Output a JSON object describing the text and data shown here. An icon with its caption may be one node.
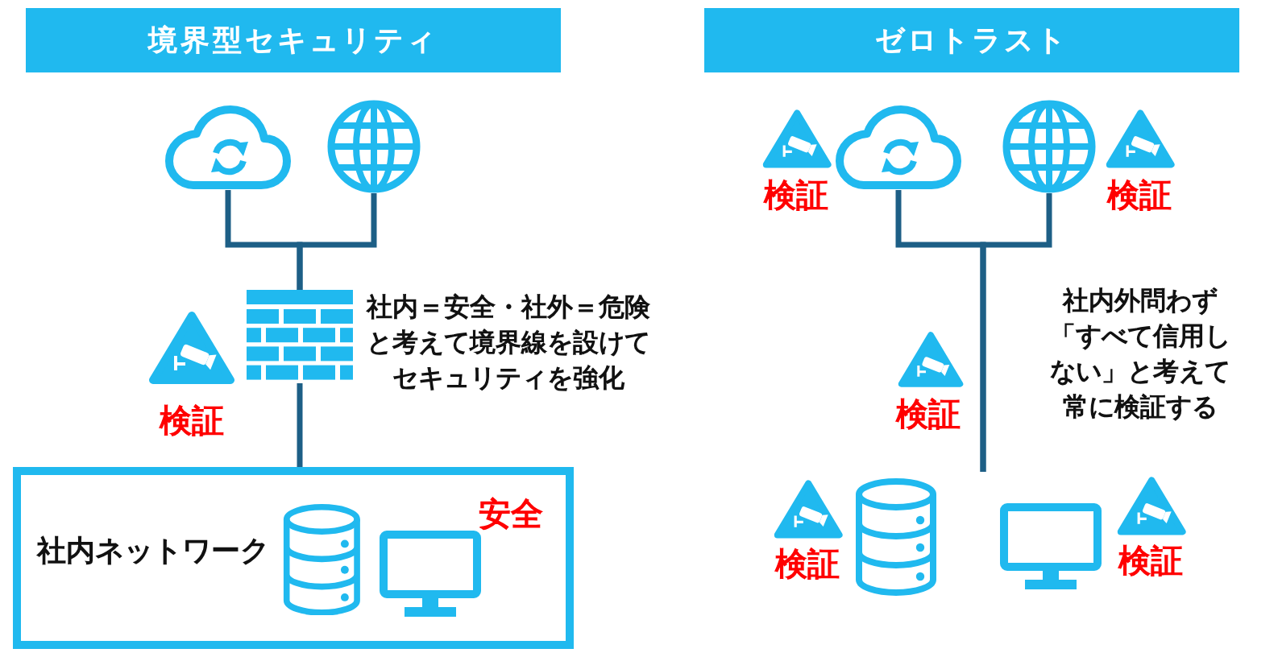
{
  "diagram": {
    "nodes": [
      {
        "text": [
          "境界型セキュリティ"
        ]
      },
      {
        "text": [],
        "shape": "cloud"
      },
      {
        "text": [],
        "shape": "globe"
      },
      {
        "text": [],
        "shape": "wall"
      },
      {
        "text": [
          "社内ネットワーク",
          "安全"
        ]
      },
      {
        "text": [],
        "shape": "cylinder",
        "in": 4
      },
      {
        "text": [],
        "shape": "monitor",
        "in": 4
      },
      {
        "text": [
          "ゼロトラスト"
        ]
      },
      {
        "text": [],
        "shape": "cloud"
      },
      {
        "text": [],
        "shape": "globe"
      },
      {
        "text": [],
        "shape": "cylinder"
      },
      {
        "text": [],
        "shape": "monitor"
      }
    ],
    "edges": [
      {
        "from": 1,
        "to": 3,
        "arrow": "none"
      },
      {
        "from": 2,
        "to": 3,
        "arrow": "none"
      },
      {
        "from": 3,
        "to": 4,
        "arrow": "none"
      },
      {
        "from": 8,
        "to": null,
        "arrow": "none"
      },
      {
        "from": 9,
        "to": null,
        "arrow": "none"
      }
    ],
    "labels": [
      "社内＝安全・社外＝危険と考えて境界線を設けてセキュリティを強化",
      "検証",
      "検証",
      "検証",
      "社内外問わず「すべて信用しない」と考えて常に検証する",
      "検証",
      "検証",
      "検証"
    ]
  }
}
